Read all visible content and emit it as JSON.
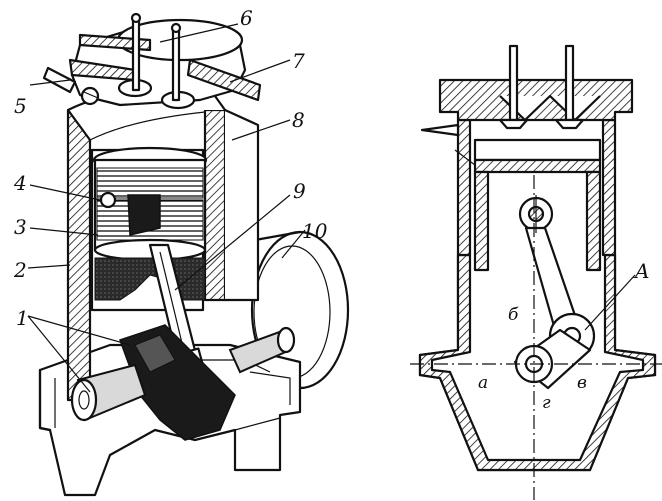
{
  "left_figure": {
    "labels": [
      "1",
      "2",
      "3",
      "4",
      "5",
      "6",
      "7",
      "8",
      "9",
      "10"
    ]
  },
  "right_figure": {
    "labels": {
      "A": "A",
      "b": "б",
      "a": "а",
      "v": "в",
      "g": "г"
    }
  }
}
